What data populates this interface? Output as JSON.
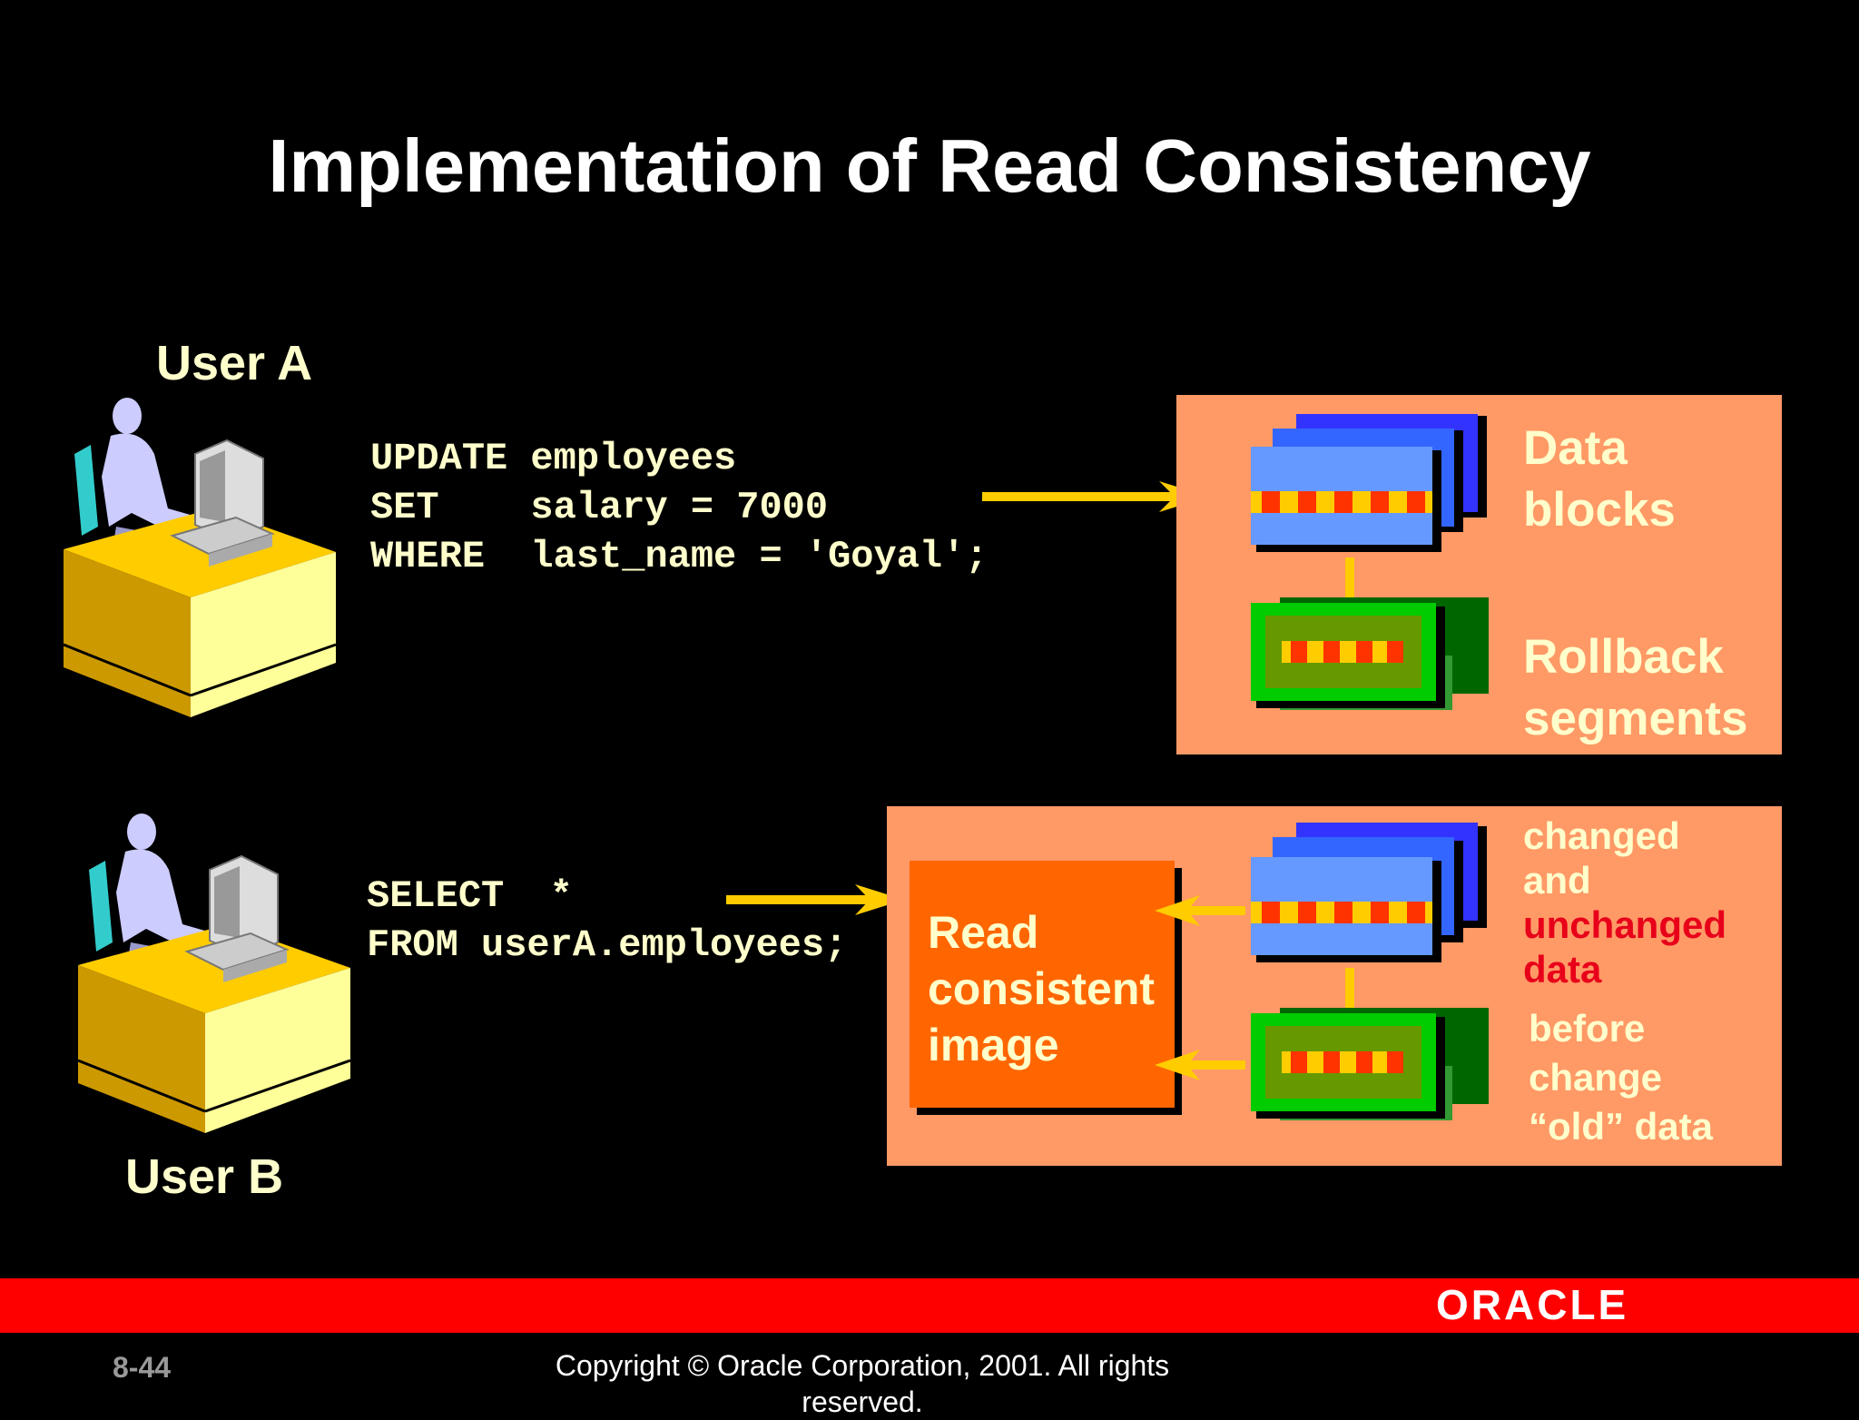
{
  "slide": {
    "title": "Implementation of Read Consistency",
    "page_number": "8-44",
    "copyright": "Copyright © Oracle Corporation, 2001. All rights reserved.",
    "logo_text": "ORACLE"
  },
  "user_a": {
    "label": "User A",
    "code": "UPDATE employees\nSET    salary = 7000\nWHERE  last_name = 'Goyal';"
  },
  "user_b": {
    "label": "User B",
    "code": "SELECT  *\nFROM userA.employees;"
  },
  "top_panel": {
    "data_blocks": "Data\nblocks",
    "rollback_segments": "Rollback\nsegments"
  },
  "bottom_panel": {
    "read_consistent_image": "Read\nconsistent\nimage",
    "changed": "changed",
    "and": "and",
    "unchanged": "unchanged",
    "data": "data",
    "before_change": "before\nchange\n“old” data"
  },
  "colors": {
    "panel": "#ff9966",
    "read_box": "#ff6600",
    "arrow": "#ffcc00",
    "footer": "#ff0000",
    "label_text": "#ffffcc",
    "red_text": "#e8001a"
  }
}
